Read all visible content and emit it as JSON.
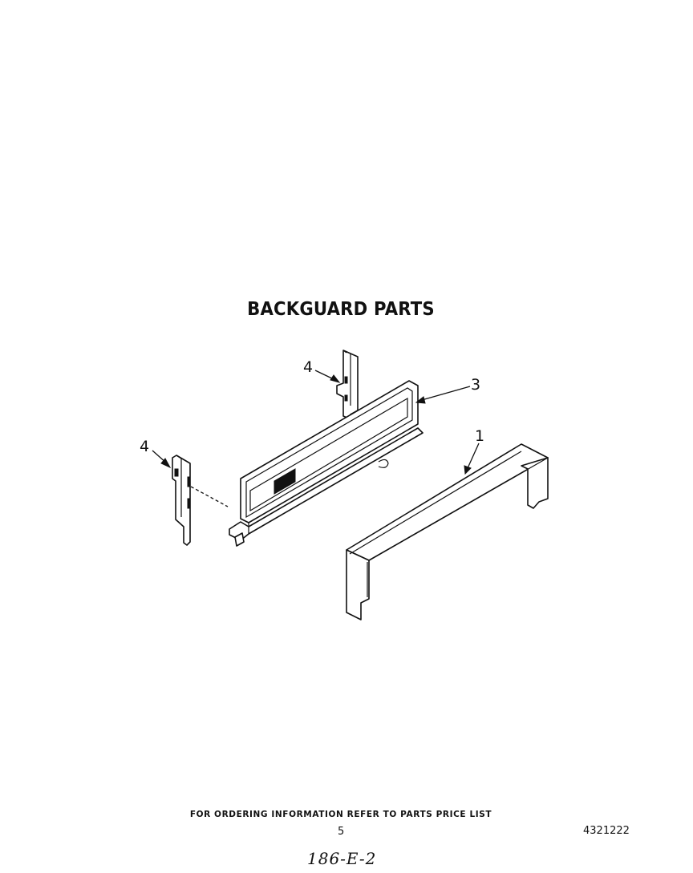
{
  "title": "BACKGUARD PARTS",
  "callouts": [
    {
      "id": "left-bracket",
      "label": "4"
    },
    {
      "id": "top-bracket",
      "label": "4"
    },
    {
      "id": "control-panel",
      "label": "3"
    },
    {
      "id": "backguard-cover",
      "label": "1"
    }
  ],
  "footer": {
    "ordering_note": "FOR ORDERING INFORMATION REFER TO PARTS PRICE LIST",
    "page_number": "5",
    "document_number": "4321222",
    "handwritten_code": "186-E-2"
  }
}
